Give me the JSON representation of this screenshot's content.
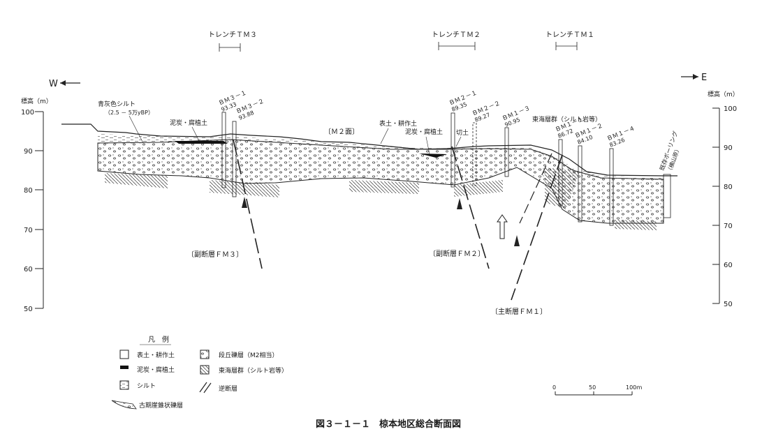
{
  "figure": {
    "caption": "図３－１－１　椋本地区総合断面図",
    "west_label": "W",
    "east_label": "E",
    "elevation_axis_label": "標高（m）",
    "elevation_ticks": [
      "100",
      "90",
      "80",
      "70",
      "60",
      "50"
    ]
  },
  "trenches": [
    {
      "label": "トレンチＴＭ３"
    },
    {
      "label": "トレンチＴＭ２"
    },
    {
      "label": "トレンチＴＭ１"
    }
  ],
  "boreholes": [
    {
      "name": "ＢＭ３－１",
      "elevation": "93.33"
    },
    {
      "name": "ＢＭ３－２",
      "elevation": "93.88"
    },
    {
      "name": "ＢＭ２－１",
      "elevation": "89.35"
    },
    {
      "name": "ＢＭ２－２",
      "elevation": "89.27"
    },
    {
      "name": "ＢＭ１－３",
      "elevation": "90.95"
    },
    {
      "name": "ＢＭ１－１",
      "elevation": "86.72"
    },
    {
      "name": "ＢＭ１－２",
      "elevation": "84.10"
    },
    {
      "name": "ＢＭ１－４",
      "elevation": "83.26"
    }
  ],
  "annotations": {
    "blue_gray_silt": "青灰色シルト",
    "blue_gray_silt_age": "（2.5 － 5万yBP）",
    "peat_1": "泥炭・腐植土",
    "m2_surface": "〔Ｍ２面〕",
    "topsoil": "表土・耕作土",
    "peat_2": "泥炭・腐植土",
    "cut_soil": "切土",
    "tokai_group": "東海層群（シルト岩等）",
    "existing_boring": "既存ボーリング",
    "existing_boring_sub": "（横山原）"
  },
  "faults": {
    "fm3": "〔副断層ＦＭ３〕",
    "fm2": "〔副断層ＦＭ２〕",
    "fm1": "〔主断層ＦＭ１〕"
  },
  "legend": {
    "title": "凡　例",
    "items": [
      {
        "label": "表土・耕作土"
      },
      {
        "label": "泥炭・腐植土"
      },
      {
        "label": "シルト"
      },
      {
        "label": "古期崖錐状礫層"
      },
      {
        "label": "段丘礫層（M2相当）"
      },
      {
        "label": "東海層群（シルト岩等）"
      },
      {
        "label": "逆断層"
      }
    ]
  },
  "scale_bar": {
    "labels": [
      "0",
      "50",
      "100ｍ"
    ]
  }
}
